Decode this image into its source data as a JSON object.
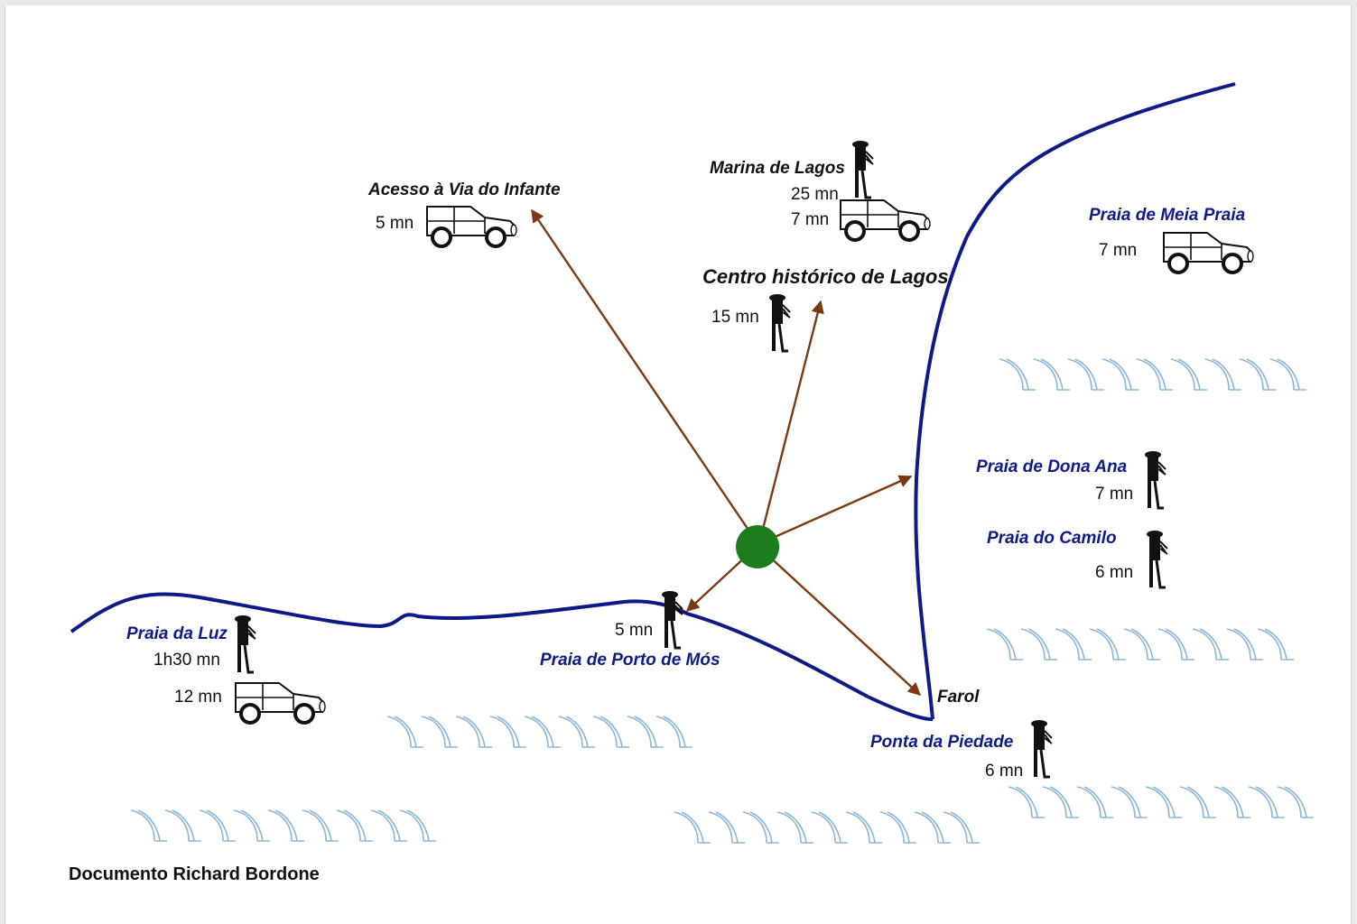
{
  "colors": {
    "coast": "#0e1a86",
    "route": "#7a3a12",
    "origin": "#1d7d1d",
    "waves": "#8ab7d8",
    "beach_label": "#0e1a86",
    "text": "#111111"
  },
  "icons": {
    "walker": "walking-person-icon",
    "car": "car-icon",
    "origin": "origin-marker-icon"
  },
  "destinations": {
    "via_infante": {
      "name": "Acesso à Via do Infante",
      "car_time": "5 mn"
    },
    "marina": {
      "name": "Marina de Lagos",
      "walk_time": "25 mn",
      "car_time": "7 mn"
    },
    "centro": {
      "name": "Centro histórico de Lagos",
      "walk_time": "15 mn"
    },
    "meia_praia": {
      "name": "Praia de Meia Praia",
      "car_time": "7 mn"
    },
    "dona_ana": {
      "name": "Praia de Dona Ana",
      "walk_time": "7 mn"
    },
    "camilo": {
      "name": "Praia do Camilo",
      "walk_time": "6 mn"
    },
    "luz": {
      "name": "Praia da Luz",
      "walk_time": "1h30 mn",
      "car_time": "12 mn"
    },
    "porto_mos": {
      "name": "Praia de Porto de Mós",
      "walk_time": "5 mn"
    },
    "farol": {
      "name": "Farol"
    },
    "piedade": {
      "name": "Ponta da Piedade",
      "walk_time": "6 mn"
    }
  },
  "footer": {
    "credit": "Documento Richard Bordone"
  }
}
